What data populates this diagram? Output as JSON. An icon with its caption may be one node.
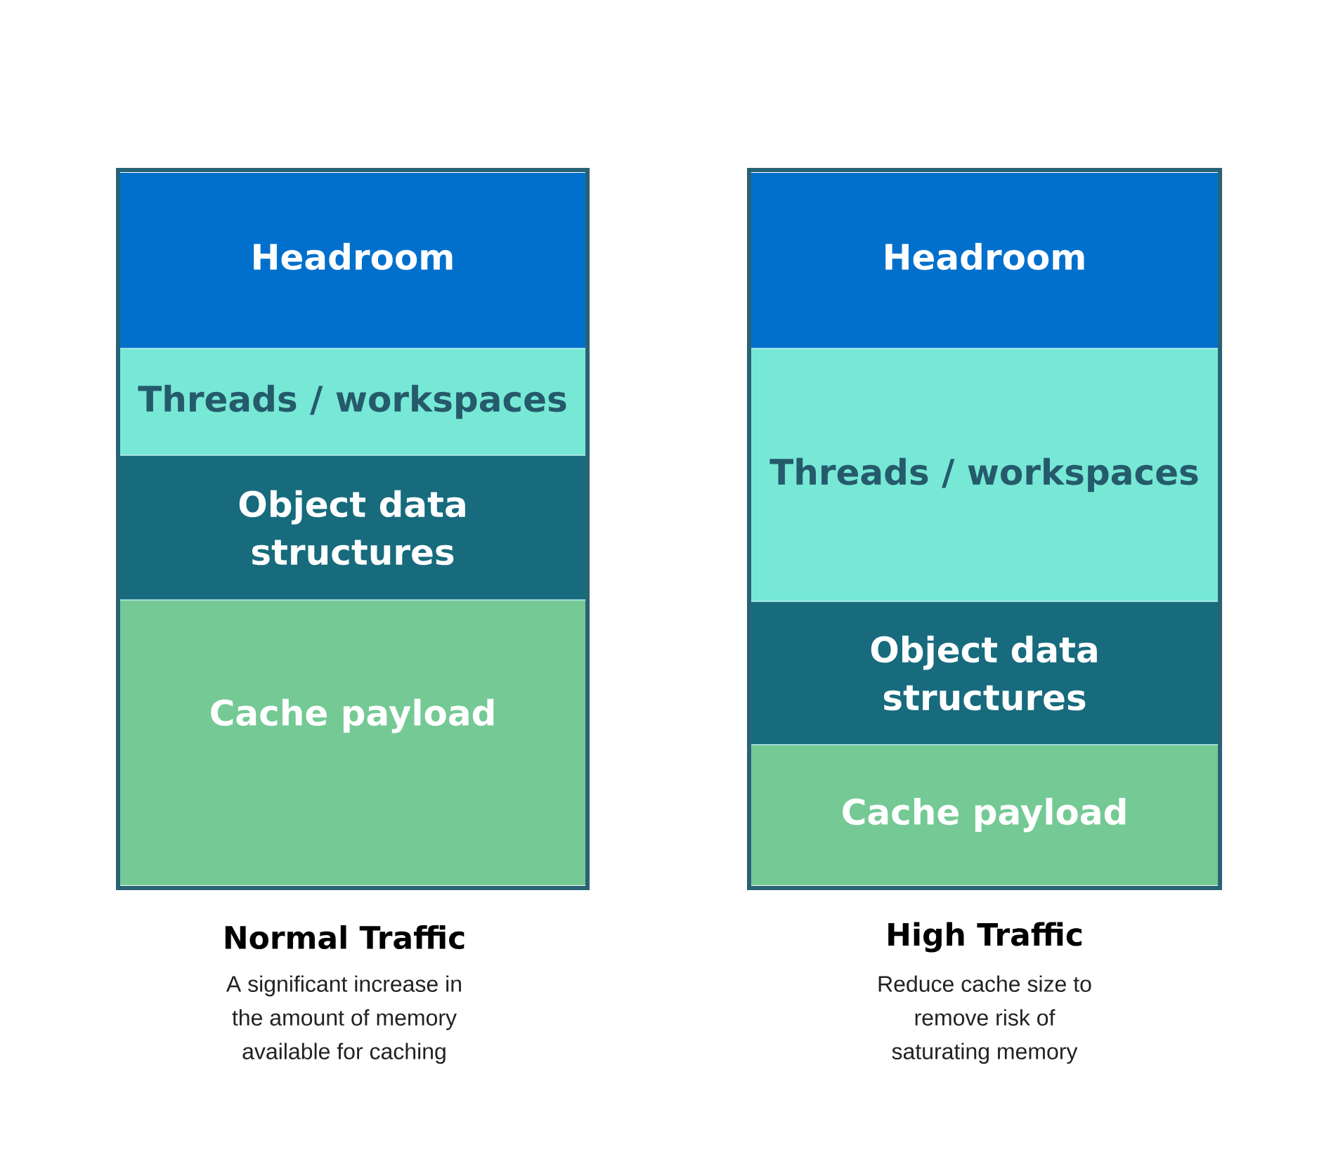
{
  "diagram": {
    "nodes": [
      {
        "text": [
          "Normal Traffic",
          "A significant increase in the amount of memory available for caching"
        ]
      },
      {
        "text": [
          "Headroom"
        ],
        "in": 0
      },
      {
        "text": [
          "Threads / workspaces"
        ],
        "in": 0
      },
      {
        "text": [
          "Object data structures"
        ],
        "in": 0
      },
      {
        "text": [
          "Cache payload"
        ],
        "in": 0
      },
      {
        "text": [
          "High Traffic",
          "Reduce cache size to remove risk of saturating memory"
        ]
      },
      {
        "text": [
          "Headroom"
        ],
        "in": 5
      },
      {
        "text": [
          "Threads / workspaces"
        ],
        "in": 5
      },
      {
        "text": [
          "Object data structures"
        ],
        "in": 5
      },
      {
        "text": [
          "Cache payload"
        ],
        "in": 5
      }
    ]
  }
}
